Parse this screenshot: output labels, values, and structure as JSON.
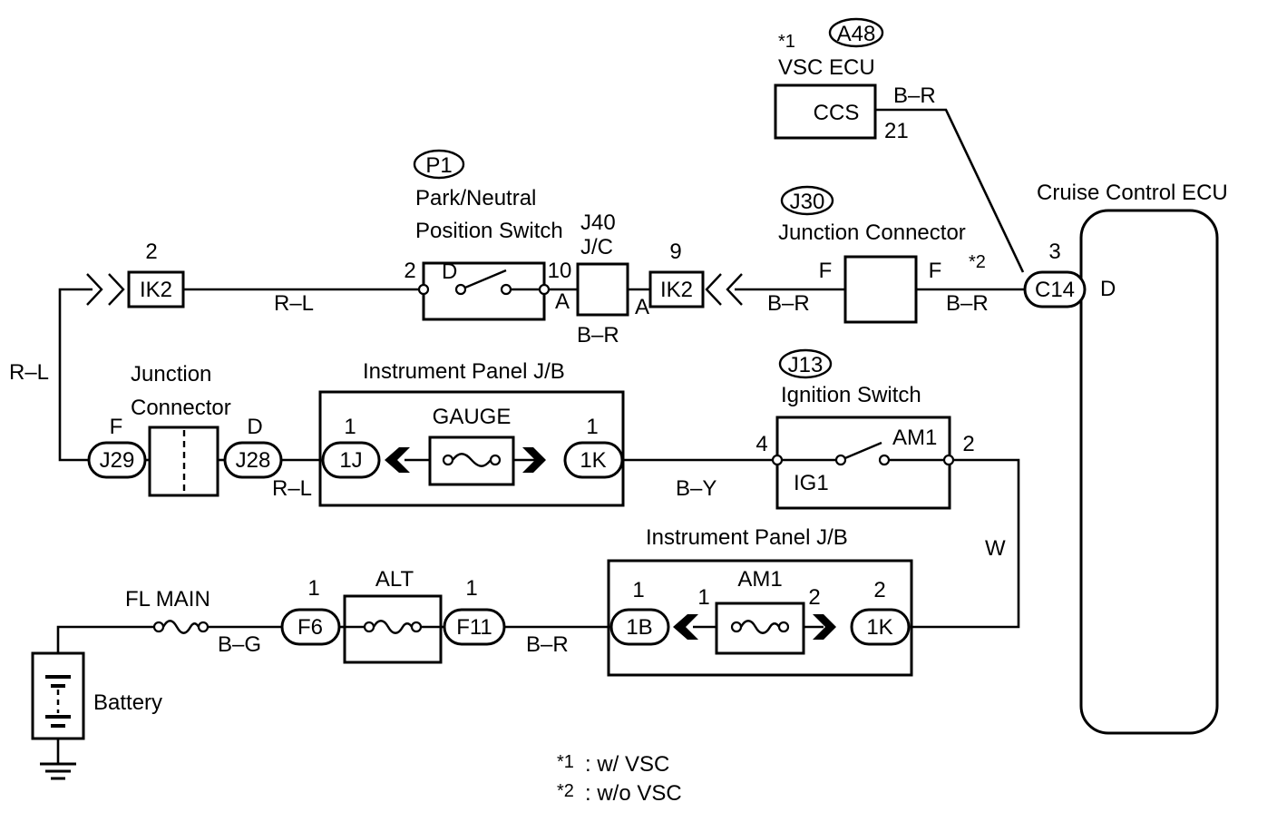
{
  "ecu_vsc": {
    "note": "*1",
    "id": "A48",
    "name": "VSC ECU",
    "block": "CCS",
    "pin": "21",
    "wire": "B–R"
  },
  "cruise_ecu": {
    "name": "Cruise Control ECU",
    "connector": "C14",
    "pin": "3",
    "terminal": "D",
    "note": "*2"
  },
  "j30": {
    "id": "J30",
    "name": "Junction Connector",
    "pin_left": "F",
    "pin_right": "F",
    "wire_left": "B–R",
    "wire_right": "B–R"
  },
  "ik2_right": {
    "label": "IK2",
    "pin": "9"
  },
  "ik2_left": {
    "label": "IK2",
    "pin": "2"
  },
  "j40": {
    "line1": "J40",
    "line2": "J/C",
    "pin_left": "A",
    "pin_right": "A",
    "wire": "B–R"
  },
  "p1": {
    "id": "P1",
    "line1": "Park/Neutral",
    "line2": "Position Switch",
    "pin_left": "2",
    "pin_right": "10",
    "contact": "D"
  },
  "top_wire": "R–L",
  "left_wire": "R–L",
  "jc_left": {
    "line1": "Junction",
    "line2": "Connector",
    "left_pin": "F",
    "right_pin": "D",
    "left_conn": "J29",
    "right_conn": "J28",
    "wire": "R–L"
  },
  "ip_jb_gauge": {
    "title": "Instrument Panel J/B",
    "fuse": "GAUGE",
    "left_conn": "1J",
    "right_conn": "1K",
    "left_pin": "1",
    "right_pin": "1"
  },
  "ignition": {
    "id": "J13",
    "name": "Ignition Switch",
    "left_pin": "4",
    "right_pin": "2",
    "left_term": "IG1",
    "right_term": "AM1",
    "wire_in": "B–Y",
    "wire_out": "W"
  },
  "ip_jb_am1": {
    "title": "Instrument Panel J/B",
    "fuse": "AM1",
    "left_conn": "1B",
    "right_conn": "1K",
    "left_pin": "1",
    "right_pin": "2",
    "fuse_pin_left": "1",
    "fuse_pin_right": "2"
  },
  "alt": {
    "label": "ALT",
    "left_conn": "F6",
    "right_conn": "F11",
    "left_pin": "1",
    "right_pin": "1",
    "wire_out": "B–R"
  },
  "fl_main": {
    "label": "FL MAIN",
    "wire": "B–G"
  },
  "battery": {
    "label": "Battery"
  },
  "notes": [
    {
      "mark": "*1",
      "text": ": w/ VSC"
    },
    {
      "mark": "*2",
      "text": ": w/o VSC"
    }
  ]
}
